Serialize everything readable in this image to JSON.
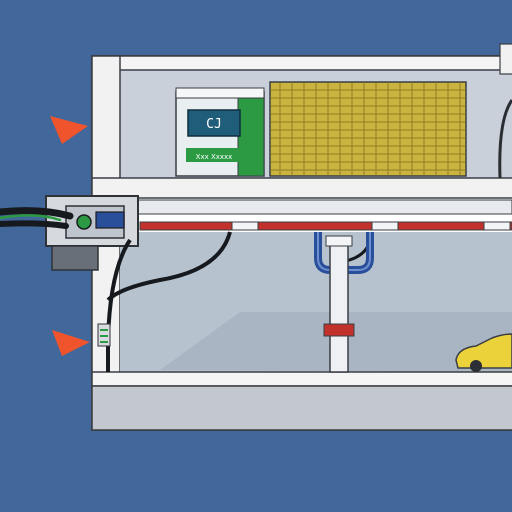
{
  "scene": {
    "background_color": "#41679b",
    "frame_color": "#ffffff",
    "frame_outline_color": "#3a3e44",
    "shelf_interior_color": "#c9d0da",
    "lower_interior_color": "#b7c2cf",
    "floor_color": "#a9b5c3",
    "arrow_color": "#f0542c",
    "pipe_red_color": "#c0322b",
    "pipe_white_color": "#f3f4f5",
    "blue_fitting_color": "#2a4f9a",
    "cable_color": "#16191d",
    "device_green_color": "#2b9a43",
    "grille_color": "#c8b038",
    "car_color": "#ecd23a"
  },
  "device": {
    "screen_text": "CJ",
    "label_text": "Xxx Xxxxx"
  },
  "icons": [
    "left-arrow-marker",
    "left-arrow-marker",
    "electrical-connector",
    "cable-bundle",
    "control-box",
    "vertical-pipe",
    "u-bend-pipe",
    "horizontal-pipe",
    "yellow-car"
  ]
}
